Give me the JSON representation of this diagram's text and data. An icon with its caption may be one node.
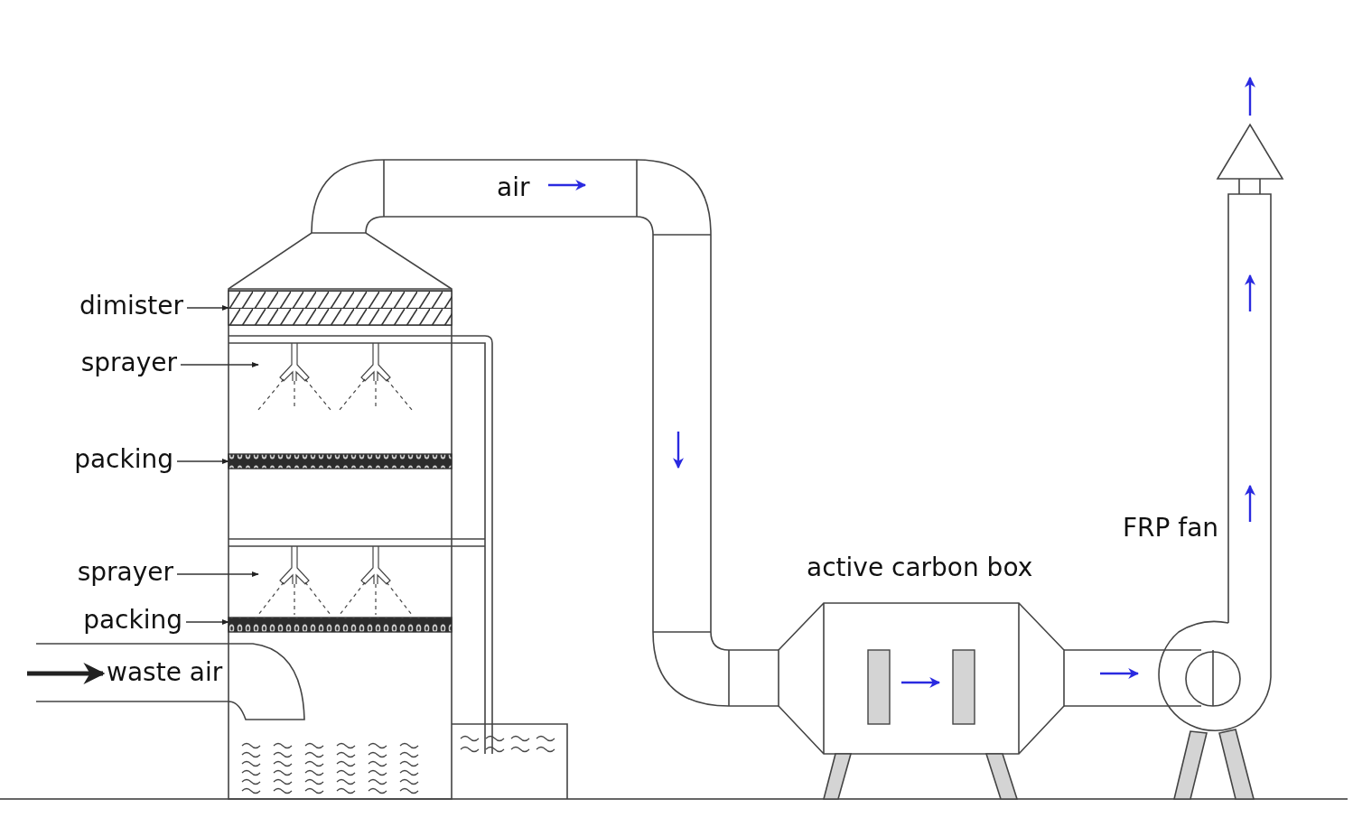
{
  "diagram": {
    "nodes": [
      {
        "text": [
          "dimister"
        ]
      },
      {
        "text": [],
        "shape": "bar"
      },
      {
        "text": [
          "sprayer"
        ]
      },
      {
        "text": [],
        "shape": "nozzle"
      },
      {
        "text": [
          "packing"
        ]
      },
      {
        "text": [],
        "shape": "bar"
      },
      {
        "text": [
          "sprayer"
        ]
      },
      {
        "text": [],
        "shape": "nozzle"
      },
      {
        "text": [
          "packing"
        ]
      },
      {
        "text": [],
        "shape": "bar"
      }
    ],
    "edges": [
      {
        "from": 0,
        "to": 1,
        "arrow": "to"
      },
      {
        "from": 2,
        "to": 3,
        "arrow": "to"
      },
      {
        "from": 4,
        "to": 5,
        "arrow": "to"
      },
      {
        "from": 6,
        "to": 7,
        "arrow": "to"
      },
      {
        "from": 8,
        "to": 9,
        "arrow": "to"
      }
    ],
    "labels": [
      "air",
      "FRP fan",
      "active carbon box",
      "waste air"
    ]
  }
}
